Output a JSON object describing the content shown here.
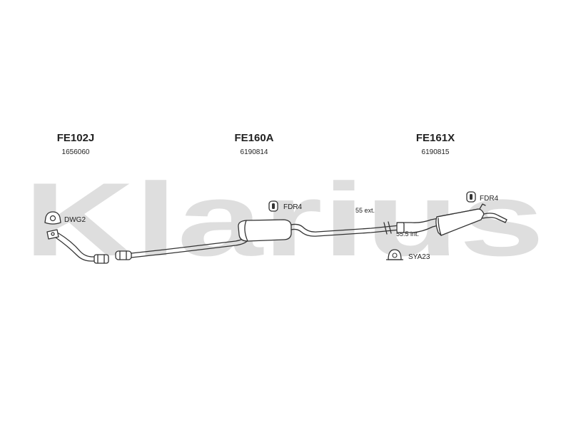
{
  "watermark": "Klarius",
  "parts": [
    {
      "code": "FE102J",
      "number": "1656060"
    },
    {
      "code": "FE160A",
      "number": "6190814"
    },
    {
      "code": "FE161X",
      "number": "6190815"
    }
  ],
  "accessories": [
    {
      "label": "DWG2",
      "icon": "gasket-icon"
    },
    {
      "label": "FDR4",
      "icon": "rubber-hanger-icon"
    },
    {
      "label": "FDR4",
      "icon": "rubber-hanger-icon"
    },
    {
      "label": "SYA23",
      "icon": "clamp-icon"
    }
  ],
  "dimensions": {
    "external": "55 ext.",
    "internal": "55.5 int."
  },
  "colors": {
    "line": "#333333",
    "watermark": "#dedede",
    "background": "#ffffff"
  }
}
